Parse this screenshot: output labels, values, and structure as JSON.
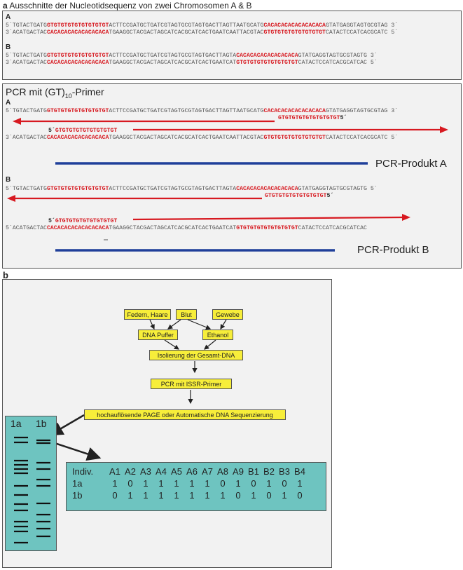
{
  "panel_a": {
    "letter": "a",
    "title": "Ausschnitte der Nucleotidsequenz von zwei Chromosomen A & B",
    "top": {
      "chrom_a": {
        "label": "A",
        "line1": {
          "prefix": "5´TGTACTGATG",
          "r1": "GTGTGTGTGTGTGTGTGT",
          "mid": "ACTTCCGATGCTGATCGTAGTGCGTAGTGACTTAGTTAATGCATG",
          "r2": "CACACACACACACACACA",
          "suffix": "GTATGAGGTAGTGCGTAG 3´"
        },
        "line2": {
          "prefix": "3´ACATGACTAC",
          "r1": "CACACACACACACACACA",
          "mid": "TGAAGGCTACGACTAGCATCACGCATCACTGAATCAATTACGTAC",
          "r2": "GTGTGTGTGTGTGTGTGT",
          "suffix": "CATACTCCATCACGCATC 5´"
        }
      },
      "chrom_b": {
        "label": "B",
        "line1": {
          "prefix": "5´TGTACTGATG",
          "r1": "GTGTGTGTGTGTGTGTGT",
          "mid": "ACTTCCGATGCTGATCGTAGTGCGTAGTGACTTAGTA",
          "r2": "CACACACACACACACACA",
          "suffix": "GTATGAGGTAGTGCGTAGTG 3´"
        },
        "line2": {
          "prefix": "3´ACATGACTAC",
          "r1": "CACACACACACACACACA",
          "mid": "TGAAGGCTACGACTAGCATCACGCATCACTGAATCAT",
          "r2": "GTGTGTGTGTGTGTGTGT",
          "suffix": "CATACTCCATCACGCATCAC 5´"
        }
      }
    },
    "pcr": {
      "title_main": "PCR mit (GT)",
      "title_sub": "10",
      "title_end": "-Primer",
      "chrom_a": {
        "label": "A",
        "line1": {
          "prefix": "5´TGTACTGATG",
          "r1": "GTGTGTGTGTGTGTGTGT",
          "mid": "ACTTCCGATGCTGATCGTAGTGCGTAGTGACTTAGTTAATGCATG",
          "r2": "CACACACACACACACACA",
          "suffix": "GTATGAGGTAGTGCGTAG 3´"
        },
        "primer_top": "GTGTGTGTGTGTGTGTGT",
        "primer_top_end": "5´",
        "primer_bot_start": "5´",
        "primer_bot": "GTGTGTGTGTGTGTGTGT",
        "line2": {
          "prefix": "3´ACATGACTAC",
          "r1": "CACACACACACACACACA",
          "mid": "TGAAGGCTACGACTAGCATCACGCATCACTGAATCAATTACGTAC",
          "r2": "GTGTGTGTGTGTGTGTGT",
          "suffix": "CATACTCCATCACGCATC 5´"
        },
        "product": "PCR-Produkt A"
      },
      "chrom_b": {
        "label": "B",
        "line1": {
          "prefix": "5´TGTACTGATG",
          "r1": "GTGTGTGTGTGTGTGTGT",
          "mid": "ACTTCCGATGCTGATCGTAGTGCGTAGTGACTTAGTA",
          "r2": "CACACACACACACACACA",
          "suffix": "GTATGAGGTAGTGCGTAGTG 5´"
        },
        "primer_top": "GTGTGTGTGTGTGTGTGT",
        "primer_top_end": "5´",
        "primer_bot_start": "5´",
        "primer_bot": "GTGTGTGTGTGTGTGTGT",
        "line2": {
          "prefix": "5´ACATGACTAC",
          "r1": "CACACACACACACACACA",
          "mid": "TGAAGGCTACGACTAGCATCACGCATCACTGAATCAT",
          "r2": "GTGTGTGTGTGTGTGTGT",
          "suffix": "CATACTCCATCACGCATCAC"
        },
        "product": "PCR-Produkt B"
      }
    }
  },
  "panel_b": {
    "letter": "b",
    "flow": {
      "feathers": "Federn, Haare",
      "blood": "Blut",
      "tissue": "Gewebe",
      "buffer": "DNA Puffer",
      "ethanol": "Ethanol",
      "isolation": "Isolierung der Gesamt-DNA",
      "pcr": "PCR mit ISSR-Primer",
      "page": "hochauflösende PAGE oder Automatische DNA Sequenzierung"
    },
    "gel": {
      "lane1": "1a",
      "lane2": "1b"
    },
    "table": {
      "header": [
        "Indiv.",
        "A1",
        "A2",
        "A3",
        "A4",
        "A5",
        "A6",
        "A7",
        "A8",
        "A9",
        "B1",
        "B2",
        "B3",
        "B4"
      ],
      "rows": [
        {
          "name": "1a",
          "values": [
            "1",
            "0",
            "1",
            "1",
            "1",
            "1",
            "1",
            "0",
            "1",
            "0",
            "1",
            "0",
            "1"
          ]
        },
        {
          "name": "1b",
          "values": [
            "0",
            "1",
            "1",
            "1",
            "1",
            "1",
            "1",
            "1",
            "0",
            "1",
            "0",
            "1",
            "0"
          ]
        }
      ]
    }
  },
  "colors": {
    "red": "#d71920",
    "blue": "#1f3f9a",
    "teal": "#6ec4c0",
    "yellow": "#f7ee3a",
    "panel": "#f2f2f2"
  }
}
